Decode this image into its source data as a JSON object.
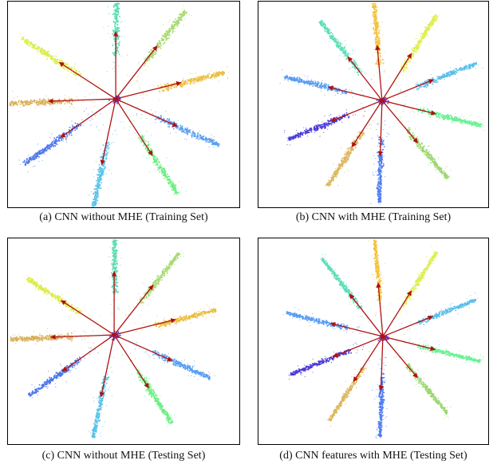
{
  "figure": {
    "panels": [
      {
        "caption": "(a) CNN without MHE (Training Set)",
        "core_color": "#3a14c8",
        "clusters": [
          {
            "angle": -90,
            "color": "#3fd6a6"
          },
          {
            "angle": -52,
            "color": "#9ad45a"
          },
          {
            "angle": -14,
            "color": "#e8b320"
          },
          {
            "angle": 24,
            "color": "#3c8ff0"
          },
          {
            "angle": 57,
            "color": "#4dee68"
          },
          {
            "angle": 102,
            "color": "#3db8e6"
          },
          {
            "angle": 145,
            "color": "#2f5fe6"
          },
          {
            "angle": 178,
            "color": "#d4a23c"
          },
          {
            "angle": -147,
            "color": "#d6ea2a"
          }
        ]
      },
      {
        "caption": "(b) CNN with MHE (Training Set)",
        "core_color": "#3a14c8",
        "clusters": [
          {
            "angle": -95,
            "color": "#f0b818"
          },
          {
            "angle": -58,
            "color": "#d8ec30"
          },
          {
            "angle": -22,
            "color": "#3cb4e6"
          },
          {
            "angle": 14,
            "color": "#4cf080"
          },
          {
            "angle": 50,
            "color": "#8cd058"
          },
          {
            "angle": 92,
            "color": "#2f66f0"
          },
          {
            "angle": 123,
            "color": "#d6aa40"
          },
          {
            "angle": 158,
            "color": "#2a1ad0"
          },
          {
            "angle": -166,
            "color": "#3a8cf2"
          },
          {
            "angle": -128,
            "color": "#3ed8aa"
          }
        ]
      },
      {
        "caption": "(c) CNN without MHE (Testing Set)",
        "core_color": "#3a14c8",
        "clusters": [
          {
            "angle": -90,
            "color": "#3fd6a6"
          },
          {
            "angle": -52,
            "color": "#9ad45a"
          },
          {
            "angle": -14,
            "color": "#e8b320"
          },
          {
            "angle": 24,
            "color": "#3c8ff0"
          },
          {
            "angle": 57,
            "color": "#4dee68"
          },
          {
            "angle": 102,
            "color": "#3db8e6"
          },
          {
            "angle": 145,
            "color": "#2f5fe6"
          },
          {
            "angle": 178,
            "color": "#d4a23c"
          },
          {
            "angle": -147,
            "color": "#d6ea2a"
          }
        ]
      },
      {
        "caption": "(d) CNN features with MHE (Testing Set)",
        "core_color": "#3a14c8",
        "clusters": [
          {
            "angle": -95,
            "color": "#f0b818"
          },
          {
            "angle": -58,
            "color": "#d8ec30"
          },
          {
            "angle": -22,
            "color": "#3cb4e6"
          },
          {
            "angle": 14,
            "color": "#4cf080"
          },
          {
            "angle": 50,
            "color": "#8cd058"
          },
          {
            "angle": 92,
            "color": "#2f66f0"
          },
          {
            "angle": 123,
            "color": "#d6aa40"
          },
          {
            "angle": 158,
            "color": "#2a1ad0"
          },
          {
            "angle": -166,
            "color": "#3a8cf2"
          },
          {
            "angle": -128,
            "color": "#3ed8aa"
          }
        ]
      }
    ],
    "arrow_color": "#b01010"
  }
}
